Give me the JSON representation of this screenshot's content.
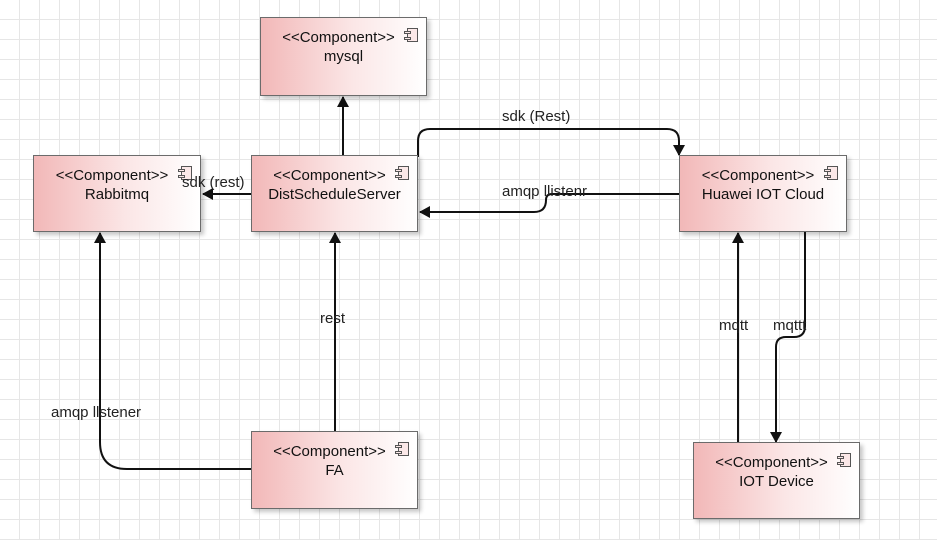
{
  "components": [
    {
      "id": "mysql",
      "stereotype": "<<Component>>",
      "name": "mysql"
    },
    {
      "id": "rabbitmq",
      "stereotype": "<<Component>>",
      "name": "Rabbitmq"
    },
    {
      "id": "dist",
      "stereotype": "<<Component>>",
      "name": "DistScheduleServer"
    },
    {
      "id": "huawei",
      "stereotype": "<<Component>>",
      "name": "Huawei IOT Cloud"
    },
    {
      "id": "fa",
      "stereotype": "<<Component>>",
      "name": "FA"
    },
    {
      "id": "iot",
      "stereotype": "<<Component>>",
      "name": "IOT Device"
    }
  ],
  "connectors": [
    {
      "from": "DistScheduleServer",
      "to": "mysql",
      "label": ""
    },
    {
      "from": "DistScheduleServer",
      "to": "Rabbitmq",
      "label": "sdk  (rest)"
    },
    {
      "from": "DistScheduleServer",
      "to": "Huawei IOT Cloud",
      "label": "sdk  (Rest)"
    },
    {
      "from": "Huawei IOT Cloud",
      "to": "DistScheduleServer",
      "label": "amqp llistenr"
    },
    {
      "from": "FA",
      "to": "DistScheduleServer",
      "label": "rest"
    },
    {
      "from": "FA",
      "to": "Rabbitmq",
      "label": "amqp llstener"
    },
    {
      "from": "IOT Device",
      "to": "Huawei IOT Cloud",
      "label": "mqtt"
    },
    {
      "from": "Huawei IOT Cloud",
      "to": "IOT Device",
      "label": "mqttt"
    }
  ],
  "icon": "component-icon"
}
